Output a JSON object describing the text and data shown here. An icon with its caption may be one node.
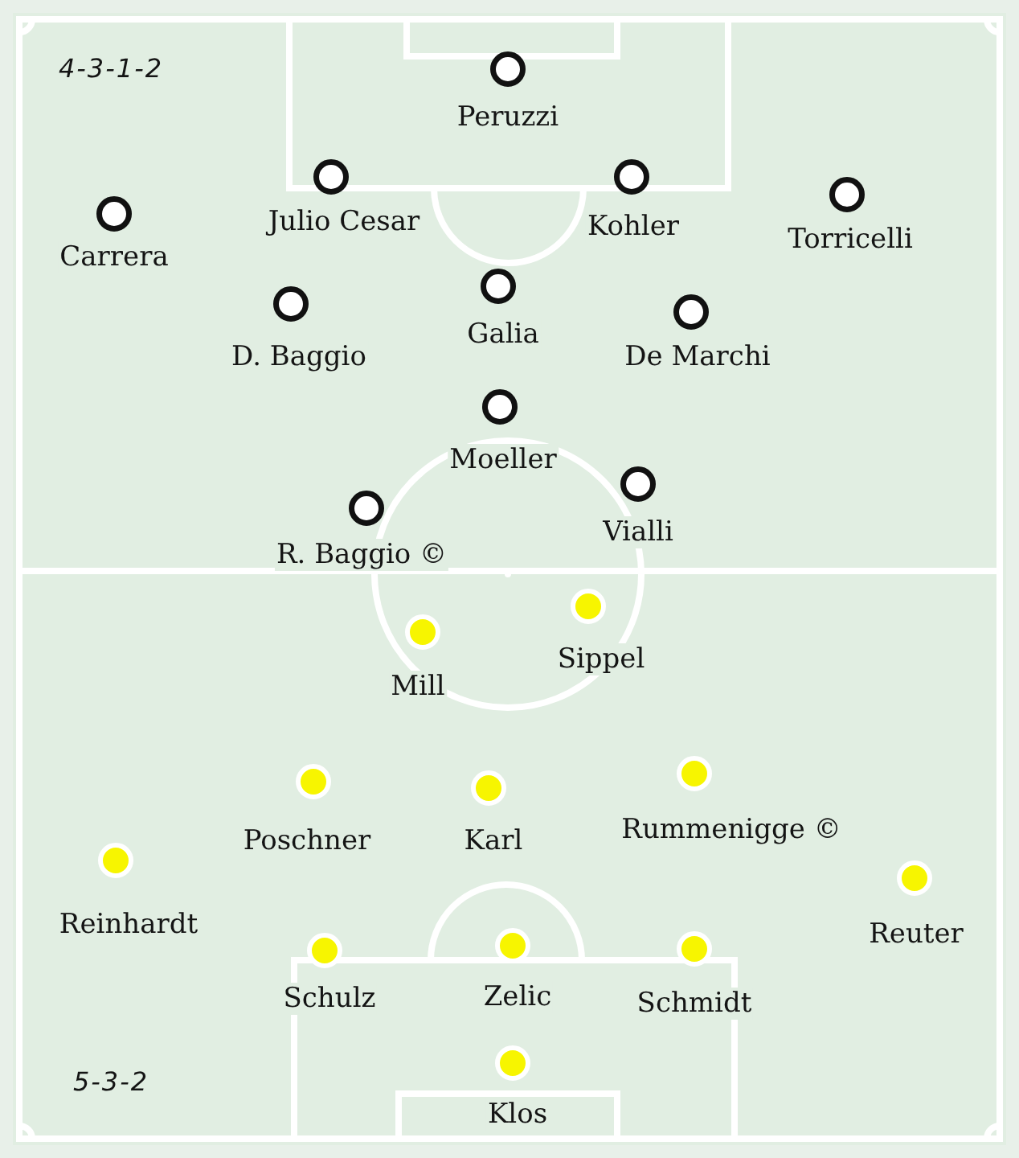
{
  "diagram": {
    "labels": [
      "4-3-1-2",
      "Peruzzi",
      "Carrera",
      "Julio Cesar",
      "Kohler",
      "Torricelli",
      "D. Baggio",
      "Galia",
      "De Marchi",
      "Moeller",
      "R. Baggio ©",
      "Vialli",
      "Mill",
      "Sippel",
      "Poschner",
      "Karl",
      "Rummenigge ©",
      "Reinhardt",
      "Reuter",
      "Schulz",
      "Zelic",
      "Schmidt",
      "5-3-2",
      "Klos"
    ]
  }
}
